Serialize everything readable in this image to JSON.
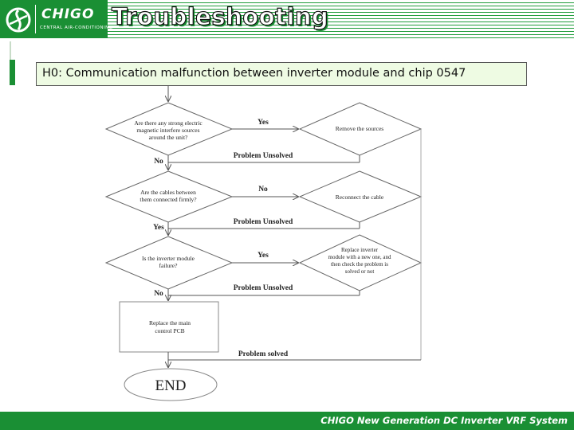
{
  "header": {
    "brand": "CHIGO",
    "brand_sub": "CENTRAL AIR-CONDITIONING",
    "title": "Troubleshooting"
  },
  "code_line": "H0:  Communication malfunction between inverter module and chip 0547",
  "flow": {
    "q1": [
      "Are there any strong electric",
      "magnetic interfere sources",
      "around the unit?"
    ],
    "q1_yes": "Yes",
    "q1_no": "No",
    "a1": [
      "Remove the sources"
    ],
    "r1": "Problem Unsolved",
    "q2": [
      "Are the cables between",
      "them connected firmly?"
    ],
    "q2_no": "No",
    "q2_yes": "Yes",
    "a2": [
      "Reconnect the cable"
    ],
    "r2": "Problem Unsolved",
    "q3": [
      "Is the inverter module",
      "failure?"
    ],
    "q3_yes": "Yes",
    "q3_no": "No",
    "a3": [
      "Replace inverter",
      "module with a new one, and",
      "then check the problem is",
      "solved or not"
    ],
    "r3": "Problem Unsolved",
    "box": [
      "Replace the main",
      "control PCB"
    ],
    "solved": "Problem solved",
    "end": "END"
  },
  "footer": {
    "text": "CHIGO New Generation DC Inverter VRF System"
  },
  "colors": {
    "brand_green": "#1a8f34",
    "box_fill": "#eefbe3"
  }
}
